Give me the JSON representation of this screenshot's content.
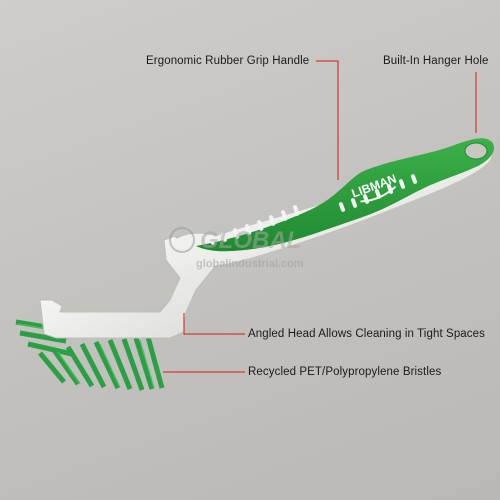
{
  "callouts": {
    "grip": "Ergonomic Rubber Grip Handle",
    "hanger": "Built-In Hanger Hole",
    "head": "Angled Head Allows Cleaning in Tight Spaces",
    "bristles": "Recycled PET/Polypropylene Bristles"
  },
  "brand": "LIBMAN",
  "watermark": {
    "logo": "GLOBAL",
    "site": "globalindustrial.com"
  },
  "colors": {
    "background": "#c5c3bf",
    "handle_green": "#2e9e3c",
    "handle_white": "#f2f2f0",
    "bristle_green": "#34a84a",
    "leader_line": "#d11a1a"
  }
}
